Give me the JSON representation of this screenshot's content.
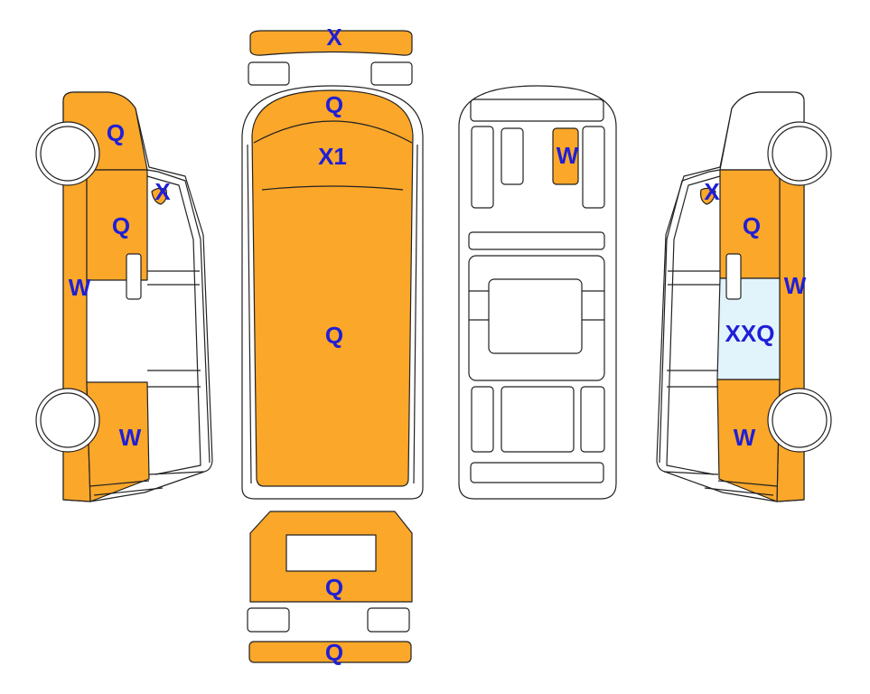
{
  "colors": {
    "damage_fill": "#fba72a",
    "glass_fill": "#e2f4fb",
    "body_fill": "#ffffff",
    "outline": "#222222",
    "label": "#1f1fd6"
  },
  "views": {
    "front_top": {
      "bumper_code": "X",
      "hood_code": "Q",
      "windshield_code": "X1",
      "roof_code": "Q"
    },
    "underbody": {
      "panel_code": "W"
    },
    "left_side": {
      "front_fender_code": "Q",
      "a_pillar_code": "X",
      "front_door_code": "Q",
      "sill_code": "W",
      "rear_quarter_code": "W"
    },
    "right_side": {
      "a_pillar_code": "X",
      "front_door_code": "Q",
      "sill_code": "W",
      "sliding_glass_code": "XXQ",
      "rear_quarter_code": "W"
    },
    "rear": {
      "tailgate_code": "Q",
      "rear_bumper_code": "Q"
    }
  }
}
